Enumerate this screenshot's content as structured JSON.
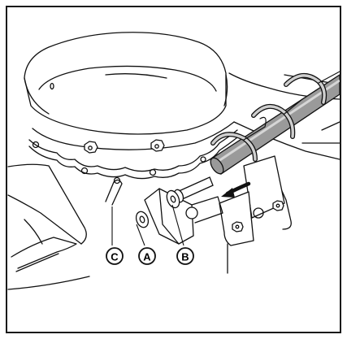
{
  "colors": {
    "frame": "#1a1a1a",
    "line": "#111111",
    "shaft_gray": "#9a9a9a",
    "shaft_highlight": "#d6d6d6",
    "background": "#ffffff"
  },
  "callouts": [
    {
      "id": "C",
      "label": "C"
    },
    {
      "id": "A",
      "label": "A"
    },
    {
      "id": "B",
      "label": "B"
    }
  ],
  "icons": {
    "arrow": "direction-arrow-icon",
    "cotter_pin": "cotter-pin-icon",
    "washer": "washer-icon",
    "pin": "clevis-pin-icon"
  }
}
